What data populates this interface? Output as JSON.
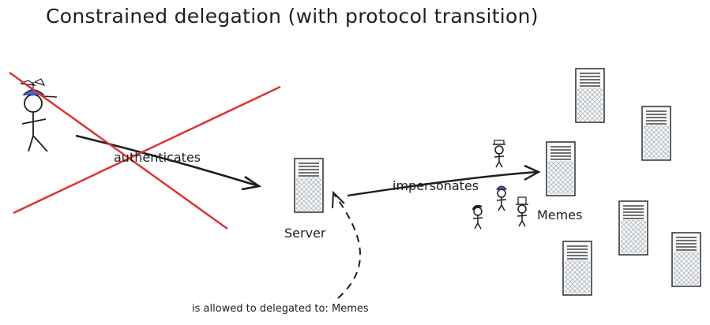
{
  "title": "Constrained delegation (with protocol transition)",
  "labels": {
    "authenticates": "authenticates",
    "impersonates": "impersonates",
    "server": "Server",
    "memes": "Memes",
    "allowed": "is allowed to delegated to: Memes"
  },
  "colors": {
    "ink": "#1e1e1e",
    "cross": "#e03131",
    "cap": "#4263eb",
    "server_fill": "#e9ecef"
  },
  "icons": [
    "stick-user-icon",
    "server-icon",
    "stick-user-icon-with-hat"
  ]
}
